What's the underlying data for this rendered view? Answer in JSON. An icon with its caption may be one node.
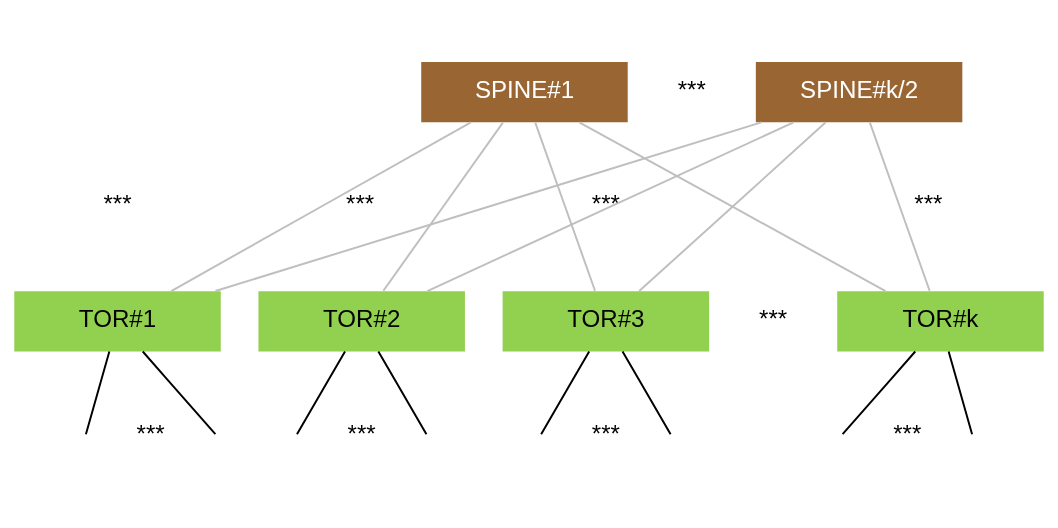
{
  "diagram": {
    "nodes": [
      {
        "text": [
          "SPINE#1"
        ]
      },
      {
        "text": [
          "SPINE#k/2"
        ]
      },
      {
        "text": [
          "TOR#1"
        ]
      },
      {
        "text": [
          "TOR#2"
        ]
      },
      {
        "text": [
          "TOR#3"
        ]
      },
      {
        "text": [
          "TOR#k"
        ]
      }
    ],
    "edges": [
      {
        "from": 0,
        "to": 2,
        "arrow": "none"
      },
      {
        "from": 0,
        "to": 3,
        "arrow": "none"
      },
      {
        "from": 0,
        "to": 4,
        "arrow": "none"
      },
      {
        "from": 0,
        "to": 5,
        "arrow": "none"
      },
      {
        "from": 1,
        "to": 2,
        "arrow": "none"
      },
      {
        "from": 1,
        "to": 3,
        "arrow": "none"
      },
      {
        "from": 1,
        "to": 4,
        "arrow": "none"
      },
      {
        "from": 1,
        "to": 5,
        "arrow": "none"
      },
      {
        "from": 2,
        "to": null,
        "arrow": "none",
        "color": "#000000"
      },
      {
        "from": 2,
        "to": null,
        "arrow": "none",
        "color": "#000000"
      },
      {
        "from": 3,
        "to": null,
        "arrow": "none",
        "color": "#000000"
      },
      {
        "from": 3,
        "to": null,
        "arrow": "none",
        "color": "#000000"
      },
      {
        "from": 4,
        "to": null,
        "arrow": "none",
        "color": "#000000"
      },
      {
        "from": 4,
        "to": null,
        "arrow": "none",
        "color": "#000000"
      },
      {
        "from": 5,
        "to": null,
        "arrow": "none",
        "color": "#000000"
      },
      {
        "from": 5,
        "to": null,
        "arrow": "none",
        "color": "#000000"
      }
    ],
    "labels": [
      "***",
      "***",
      "***",
      "***",
      "***",
      "***",
      "***",
      "***",
      "***",
      "***"
    ]
  }
}
